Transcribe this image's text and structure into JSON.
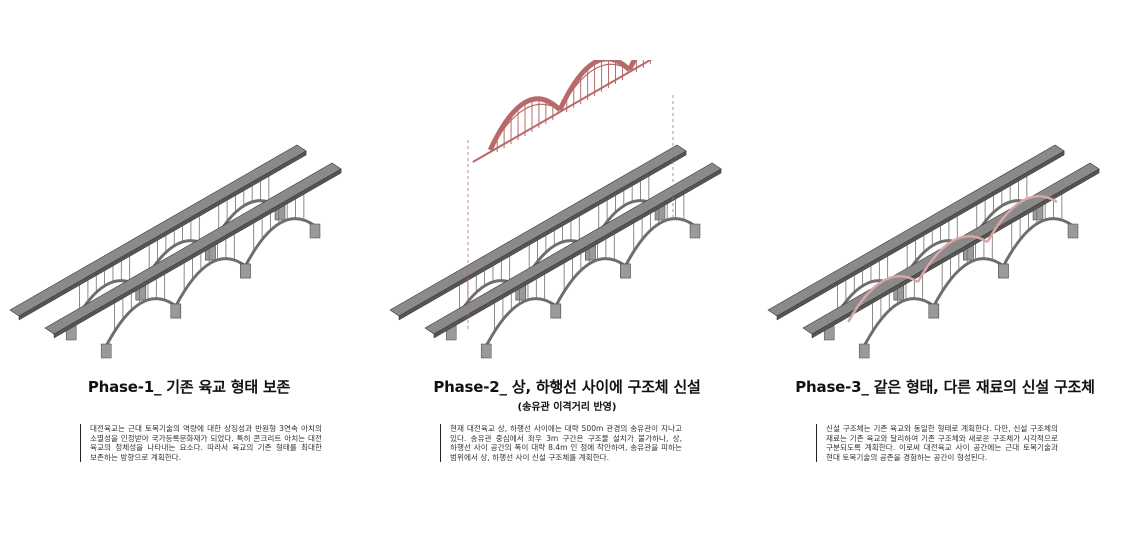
{
  "phases": [
    {
      "title": "Phase-1_ 기존 육교 형태 보존",
      "subtitle": "",
      "description": "대전육교는 근대 토목기술의 역량에 대한 상징성과 반원형 3연속 아치의 소멸성을 인정받아 국가등록문화재가 되었다. 특히 콘크리트 아치는 대전 육교의 정체성을 나타내는 요소다. 따라서 육교의 기존 형태를 최대한 보존하는 방향으로 계획한다."
    },
    {
      "title": "Phase-2_ 상, 하행선 사이에 구조체 신설",
      "subtitle": "(송유관 이격거리 반영)",
      "description": "현재 대전육교 상, 하행선 사이에는 대략 500m 관경의 송유관이 지나고 있다. 송유관 중심에서 좌우 3m 구간은 구조물 설치가 불가하나, 상, 하행선 사이 공간의 폭이 대략 8.4m 인 점에 착안하여, 송유관을 피하는 범위에서 상, 하행선 사이 신설 구조체를 계획한다."
    },
    {
      "title": "Phase-3_ 같은 형태, 다른 재료의 신설 구조체",
      "subtitle": "",
      "description": "신설 구조체는 기존 육교와 동일한 형태로 계획한다. 다만, 신설 구조체의 재료는 기존 육교와 달리하여 기존 구조체와 새로운 구조체가 시각적으로 구분되도록 계획한다. 이로써 대전육교 사이 공간에는 근대 토목기술과 현대 토목기술의 공존을 경험하는 공간이 형성된다."
    }
  ],
  "colors": {
    "deck_top": "#8a8a8a",
    "deck_side": "#555555",
    "arch": "#6e6e6e",
    "pier": "#9a9a9a",
    "new_structure": "#b86a6a"
  }
}
